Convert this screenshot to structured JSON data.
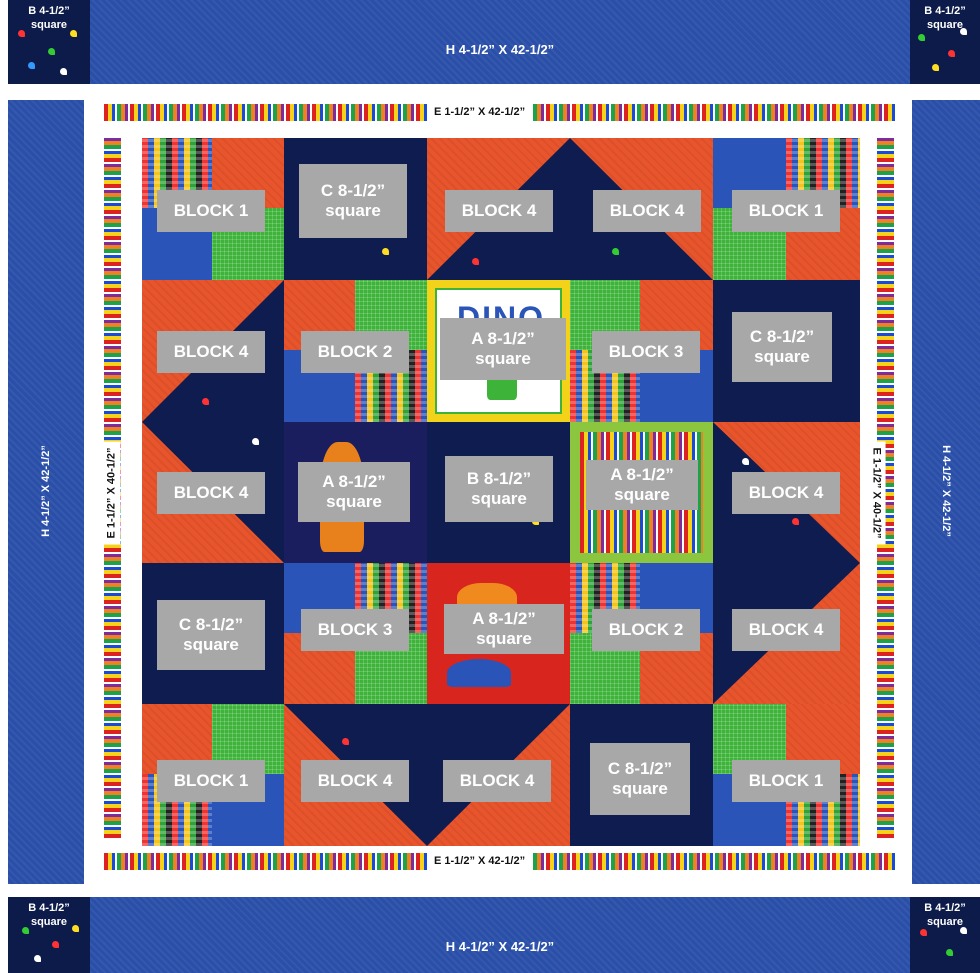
{
  "corner_label": {
    "line1": "B 4-1/2”",
    "line2": "square"
  },
  "border_h": "H 4-1/2” X 42-1/2”",
  "border_v": "H 4-1/2” X 42-1/2”",
  "inner_e_h": "E 1-1/2” X 42-1/2”",
  "inner_e_v": "E 1-1/2” X 40-1/2”",
  "blocks": {
    "block1": "BLOCK 1",
    "block2": "BLOCK 2",
    "block3": "BLOCK 3",
    "block4": "BLOCK 4"
  },
  "squares": {
    "a": {
      "line1": "A 8-1/2”",
      "line2": "square"
    },
    "b": {
      "line1": "B 8-1/2”",
      "line2": "square"
    },
    "c": {
      "line1": "C 8-1/2”",
      "line2": "square"
    }
  },
  "panel_text": "DINO",
  "colors": {
    "border_blue": "#2a4fa8",
    "orange": "#e8542b",
    "green": "#3db33a",
    "navy": "#0e1c4f",
    "label_gray": "#a8a8a8"
  }
}
